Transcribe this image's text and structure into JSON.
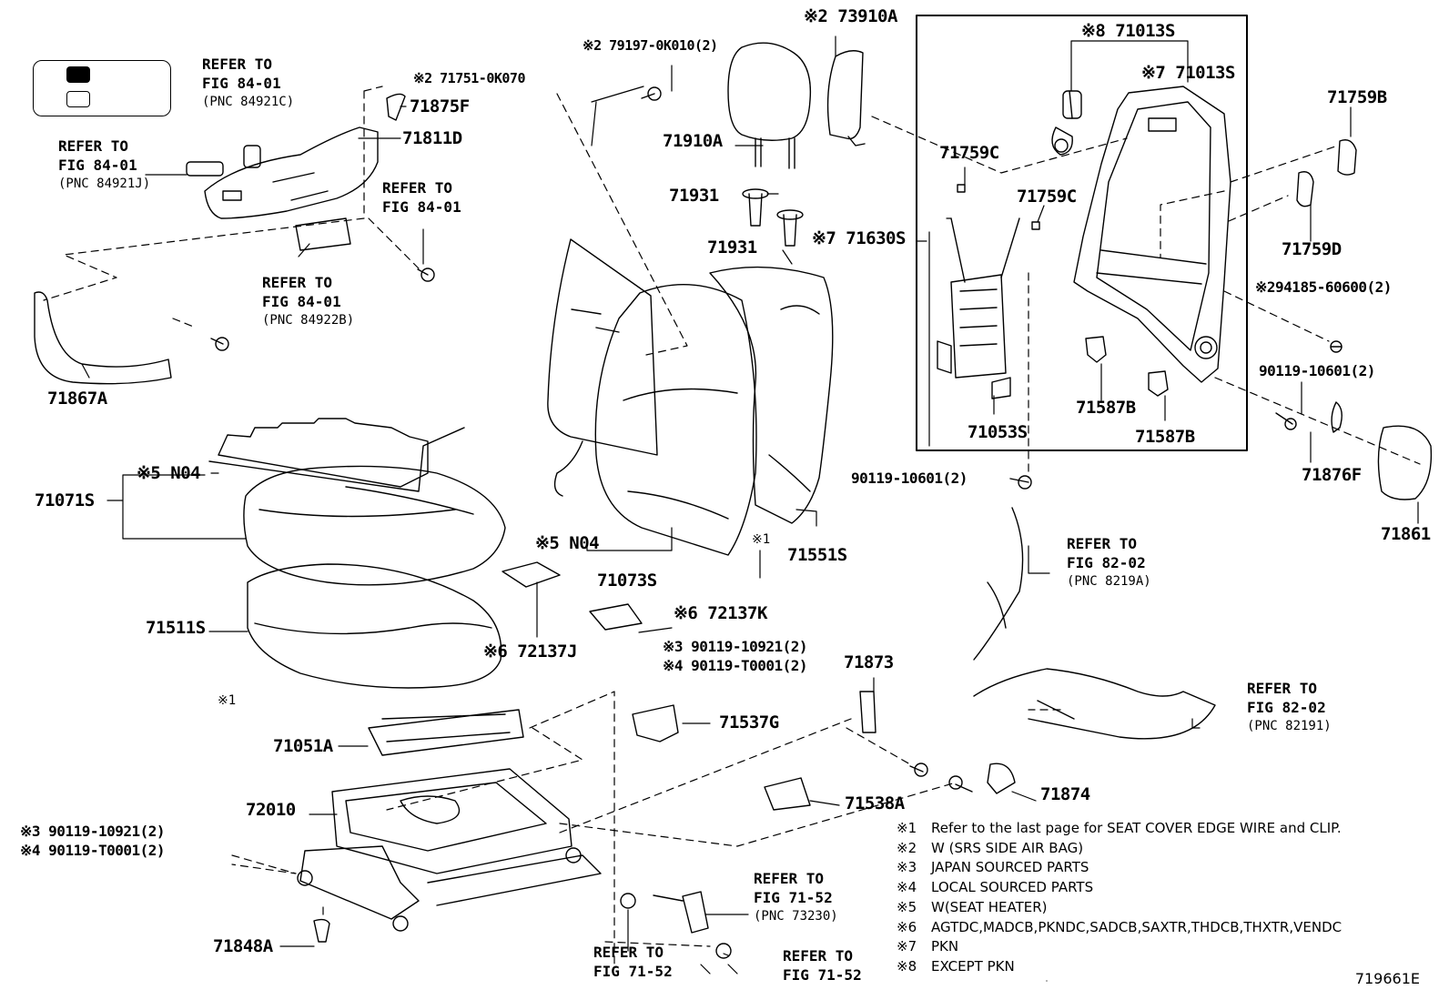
{
  "labels": {
    "p73910A": "※2 73910A",
    "p79197": "※2 79197-0K010(2)",
    "p71751": "※2 71751-0K070",
    "p71875F": "71875F",
    "p71811D": "71811D",
    "p71910A": "71910A",
    "p71931a": "71931",
    "p71931b": "71931",
    "p71630S": "※7 71630S",
    "p71013S8": "※8 71013S",
    "p71013S7": "※7 71013S",
    "p71759B": "71759B",
    "p71759Ca": "71759C",
    "p71759Cb": "71759C",
    "p71759D": "71759D",
    "p294185": "※294185-60600(2)",
    "p90119_10601a": "90119-10601(2)",
    "p90119_10601b": "90119-10601(2)",
    "p71587Ba": "71587B",
    "p71587Bb": "71587B",
    "p71053S": "71053S",
    "p71876F": "71876F",
    "p71861": "71861",
    "p71867A": "71867A",
    "p71071S": "71071S",
    "pN04a": "※5 N04",
    "pN04b": "※5 N04",
    "p71073S": "71073S",
    "p71551S": "71551S",
    "p71511S": "71511S",
    "p72137J": "※6 72137J",
    "p72137K": "※6 72137K",
    "p90119_10921_3a": "※3 90119-10921(2)",
    "p90119_T0001_4a": "※4 90119-T0001(2)",
    "p90119_10921_3b": "※3 90119-10921(2)",
    "p90119_T0001_4b": "※4 90119-T0001(2)",
    "p71537G": "71537G",
    "p71873": "71873",
    "p71051A": "71051A",
    "p72010": "72010",
    "p71538A": "71538A",
    "p71874": "71874",
    "p71848A": "71848A",
    "star1a": "※1",
    "star1b": "※1"
  },
  "refs": {
    "r1": {
      "title": "REFER TO",
      "fig": "FIG 84-01",
      "pnc": "(PNC 84921C)"
    },
    "r2": {
      "title": "REFER TO",
      "fig": "FIG 84-01",
      "pnc": "(PNC 84921J)"
    },
    "r3": {
      "title": "REFER TO",
      "fig": "FIG 84-01",
      "pnc": ""
    },
    "r4": {
      "title": "REFER TO",
      "fig": "FIG 84-01",
      "pnc": "(PNC 84922B)"
    },
    "r5": {
      "title": "REFER TO",
      "fig": "FIG 82-02",
      "pnc": "(PNC 8219A)"
    },
    "r6": {
      "title": "REFER TO",
      "fig": "FIG 82-02",
      "pnc": "(PNC 82191)"
    },
    "r7": {
      "title": "REFER TO",
      "fig": "FIG 71-52",
      "pnc": "(PNC 73230)"
    },
    "r8": {
      "title": "REFER TO",
      "fig": "FIG 71-52",
      "pnc": ""
    },
    "r9": {
      "title": "REFER TO",
      "fig": "FIG 71-52",
      "pnc": ""
    }
  },
  "notes": [
    {
      "mark": "※1",
      "text": "Refer to the last page for SEAT COVER EDGE WIRE and CLIP."
    },
    {
      "mark": "※2",
      "text": "W (SRS SIDE AIR BAG)"
    },
    {
      "mark": "※3",
      "text": "JAPAN SOURCED PARTS"
    },
    {
      "mark": "※4",
      "text": "LOCAL SOURCED PARTS"
    },
    {
      "mark": "※5",
      "text": "W(SEAT HEATER)"
    },
    {
      "mark": "※6",
      "text": "AGTDC,MADCB,PKNDC,SADCB,SAXTR,THDCB,THXTR,VENDC"
    },
    {
      "mark": "※7",
      "text": "PKN"
    },
    {
      "mark": "※8",
      "text": "EXCEPT PKN"
    }
  ],
  "diagram_code": "719661E"
}
